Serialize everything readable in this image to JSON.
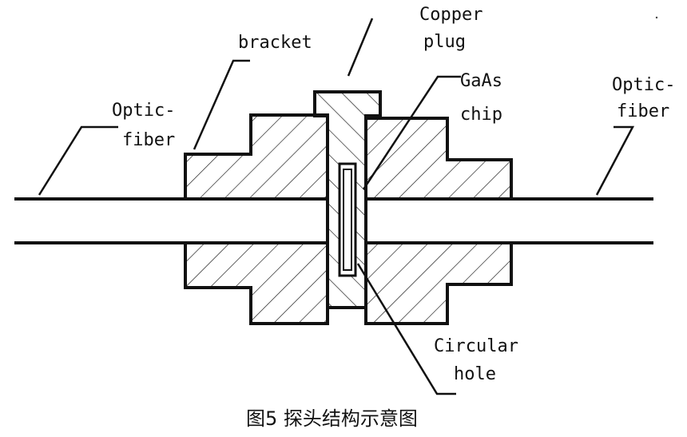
{
  "labels": {
    "copper_plug": [
      "Copper",
      "plug"
    ],
    "bracket": "bracket",
    "gaas_chip": [
      "GaAs",
      "chip"
    ],
    "optic_fiber_left": [
      "Optic-",
      "fiber"
    ],
    "optic_fiber_right": [
      "Optic-",
      "fiber"
    ],
    "circular_hole": [
      "Circular",
      "hole"
    ]
  },
  "caption": "图5 探头结构示意图",
  "colors": {
    "ink": "#111111",
    "background": "#ffffff"
  }
}
